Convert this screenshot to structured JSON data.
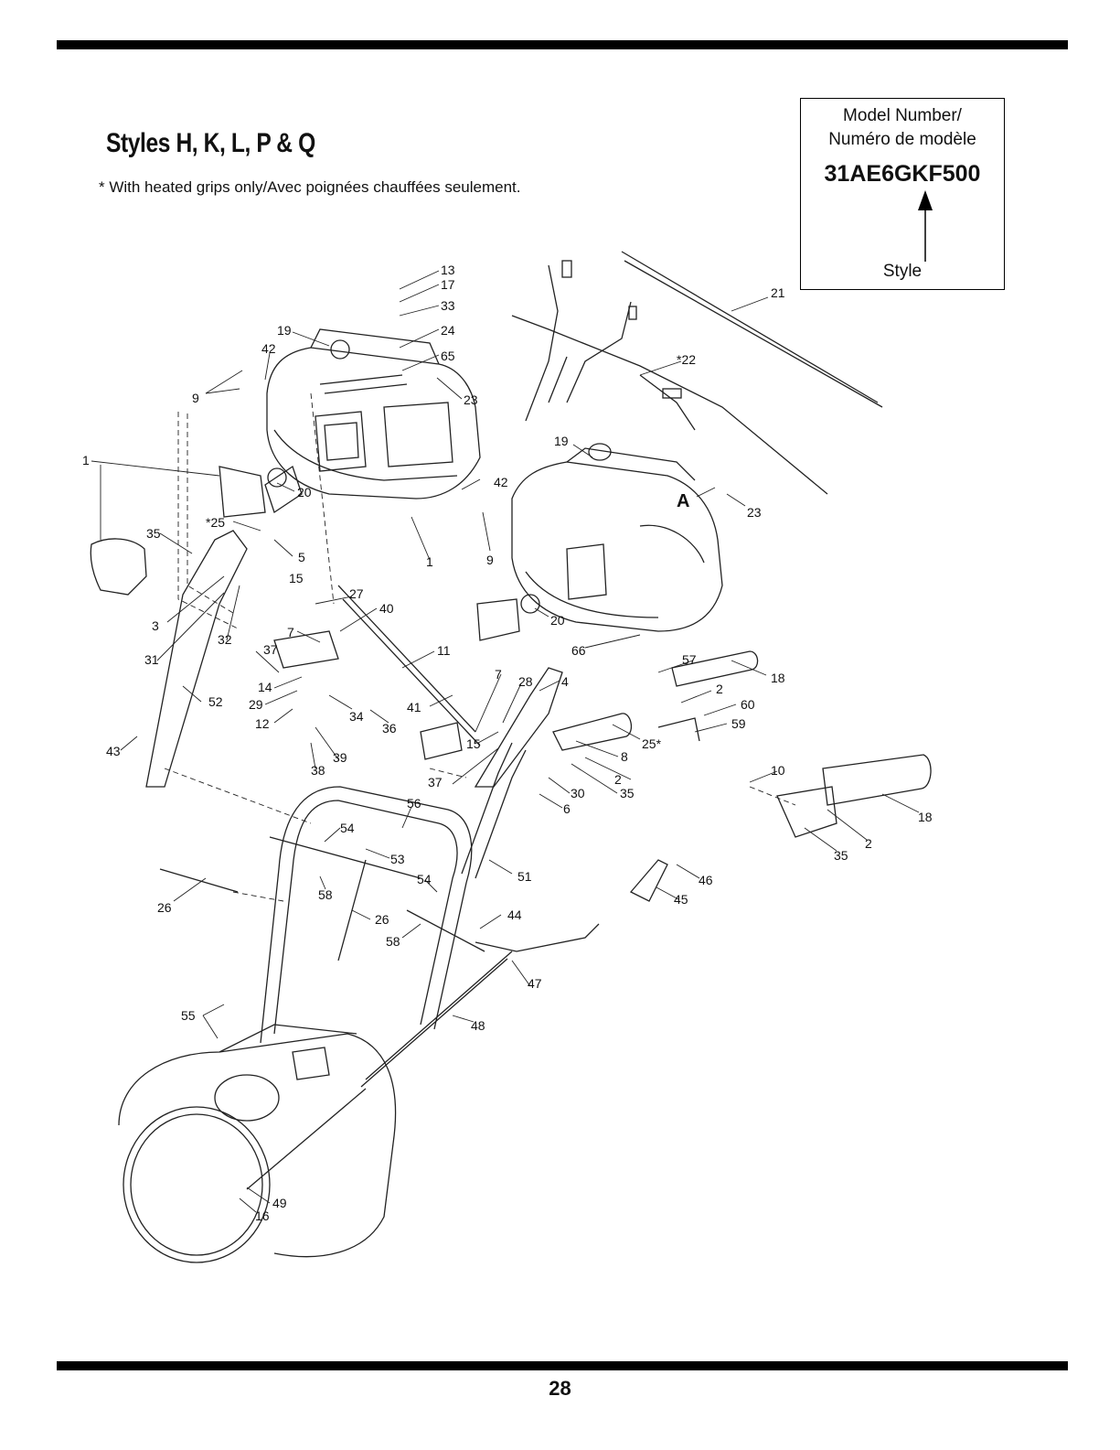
{
  "header": {
    "title": "Styles H, K, L, P & Q",
    "note": "* With heated grips only/Avec poignées chauffées seulement."
  },
  "model_box": {
    "label_en": "Model Number/",
    "label_fr": "Numéro de modèle",
    "model_number": "31AE6GKF500",
    "style_label": "Style"
  },
  "callouts": {
    "c13": "13",
    "c17": "17",
    "c33": "33",
    "c24": "24",
    "c65": "65",
    "c23a": "23",
    "c19a": "19",
    "c42a": "42",
    "c9a": "9",
    "c1a": "1",
    "c20a": "20",
    "c25a": "*25",
    "c5": "5",
    "c15a": "15",
    "c35a": "35",
    "c3": "3",
    "c31": "31",
    "c32": "32",
    "c37a": "37",
    "c7a": "7",
    "c27": "27",
    "c40": "40",
    "c11": "11",
    "c14": "14",
    "c29": "29",
    "c12": "12",
    "c34": "34",
    "c39": "39",
    "c38": "38",
    "c36": "36",
    "c41": "41",
    "c52": "52",
    "c43": "43",
    "c1b": "1",
    "c42b": "42",
    "c9b": "9",
    "c21": "21",
    "c22": "*22",
    "c19b": "19",
    "cA": "A",
    "c23b": "23",
    "c20b": "20",
    "c66": "66",
    "c7b": "7",
    "c28": "28",
    "c4": "4",
    "c15b": "15",
    "c37b": "37",
    "c57": "57",
    "c18a": "18",
    "c2a": "2",
    "c60": "60",
    "c59": "59",
    "c25b": "25*",
    "c8": "8",
    "c2b": "2",
    "c30": "30",
    "c35b": "35",
    "c6": "6",
    "c10": "10",
    "c18b": "18",
    "c2c": "2",
    "c35c": "35",
    "c56": "56",
    "c54a": "54",
    "c53": "53",
    "c54b": "54",
    "c51": "51",
    "c58a": "58",
    "c26a": "26",
    "c26b": "26",
    "c58b": "58",
    "c44": "44",
    "c46": "46",
    "c45": "45",
    "c47": "47",
    "c48": "48",
    "c55": "55",
    "c49": "49",
    "c16": "16"
  },
  "page_number": "28"
}
